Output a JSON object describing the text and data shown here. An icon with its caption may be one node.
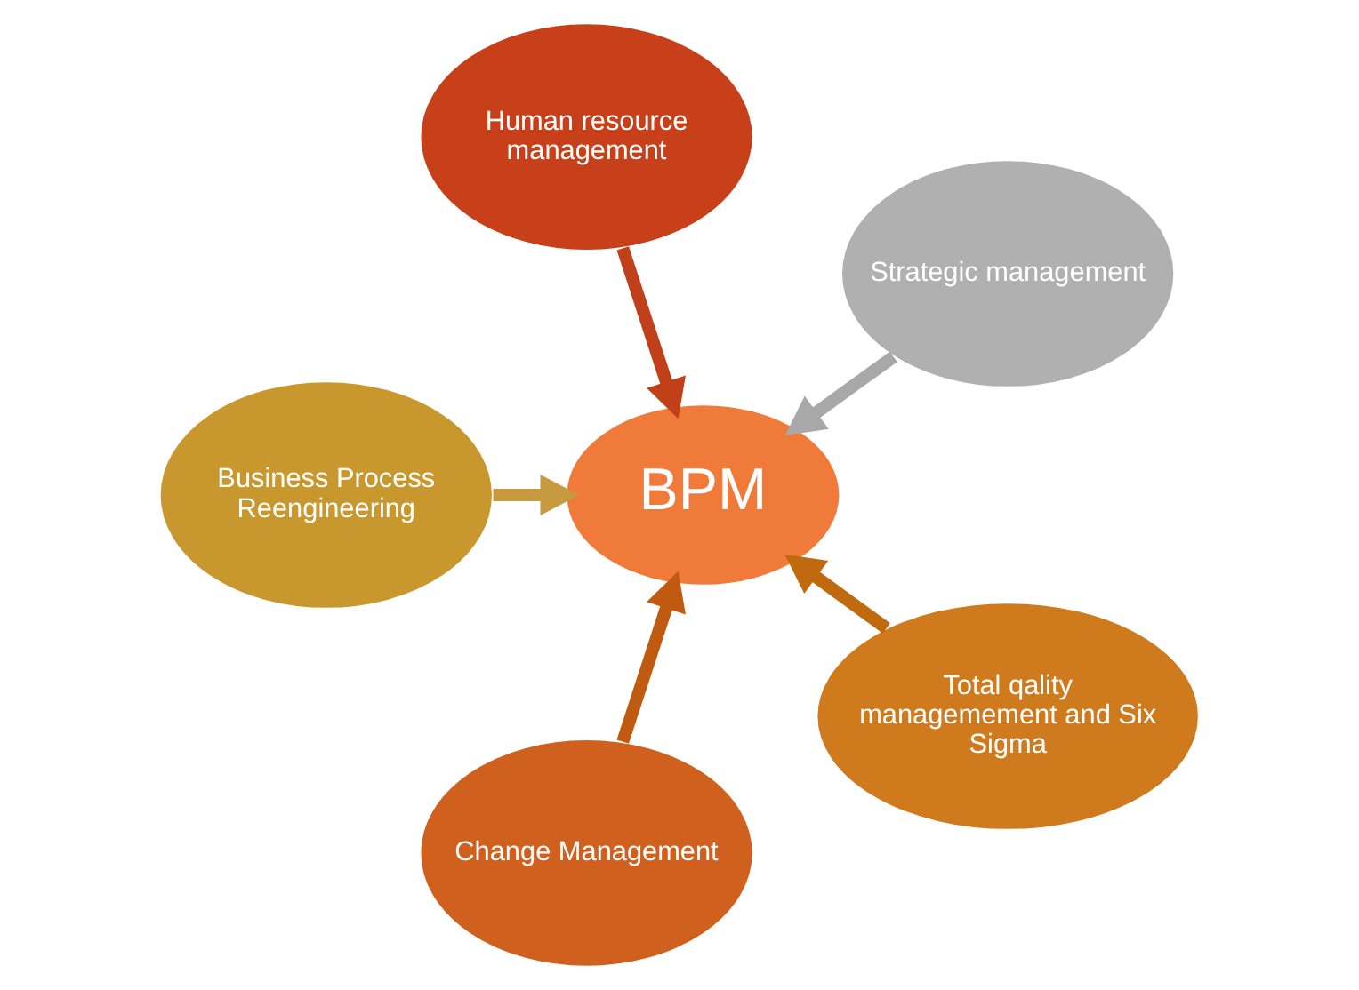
{
  "diagram": {
    "nodes": [
      {
        "text": [
          "Strategic management"
        ]
      },
      {
        "text": [
          "Human resource management"
        ]
      },
      {
        "text": [
          "Business Process Reengineering"
        ]
      },
      {
        "text": [
          "BPM"
        ]
      },
      {
        "text": [
          "Change Management"
        ]
      },
      {
        "text": [
          "Total qality managemement and Six Sigma"
        ]
      }
    ],
    "edges": [
      {
        "from": 0,
        "to": 3,
        "arrow": "to",
        "color": "#a8a8a8"
      },
      {
        "from": 1,
        "to": 3,
        "arrow": "to",
        "color": "#c0401a"
      },
      {
        "from": 2,
        "to": 3,
        "arrow": "to",
        "color": "#c89a40"
      },
      {
        "from": 4,
        "to": 3,
        "arrow": "to",
        "color": "#c05a10"
      },
      {
        "from": 5,
        "to": 3,
        "arrow": "to",
        "color": "#c06a10"
      }
    ]
  }
}
